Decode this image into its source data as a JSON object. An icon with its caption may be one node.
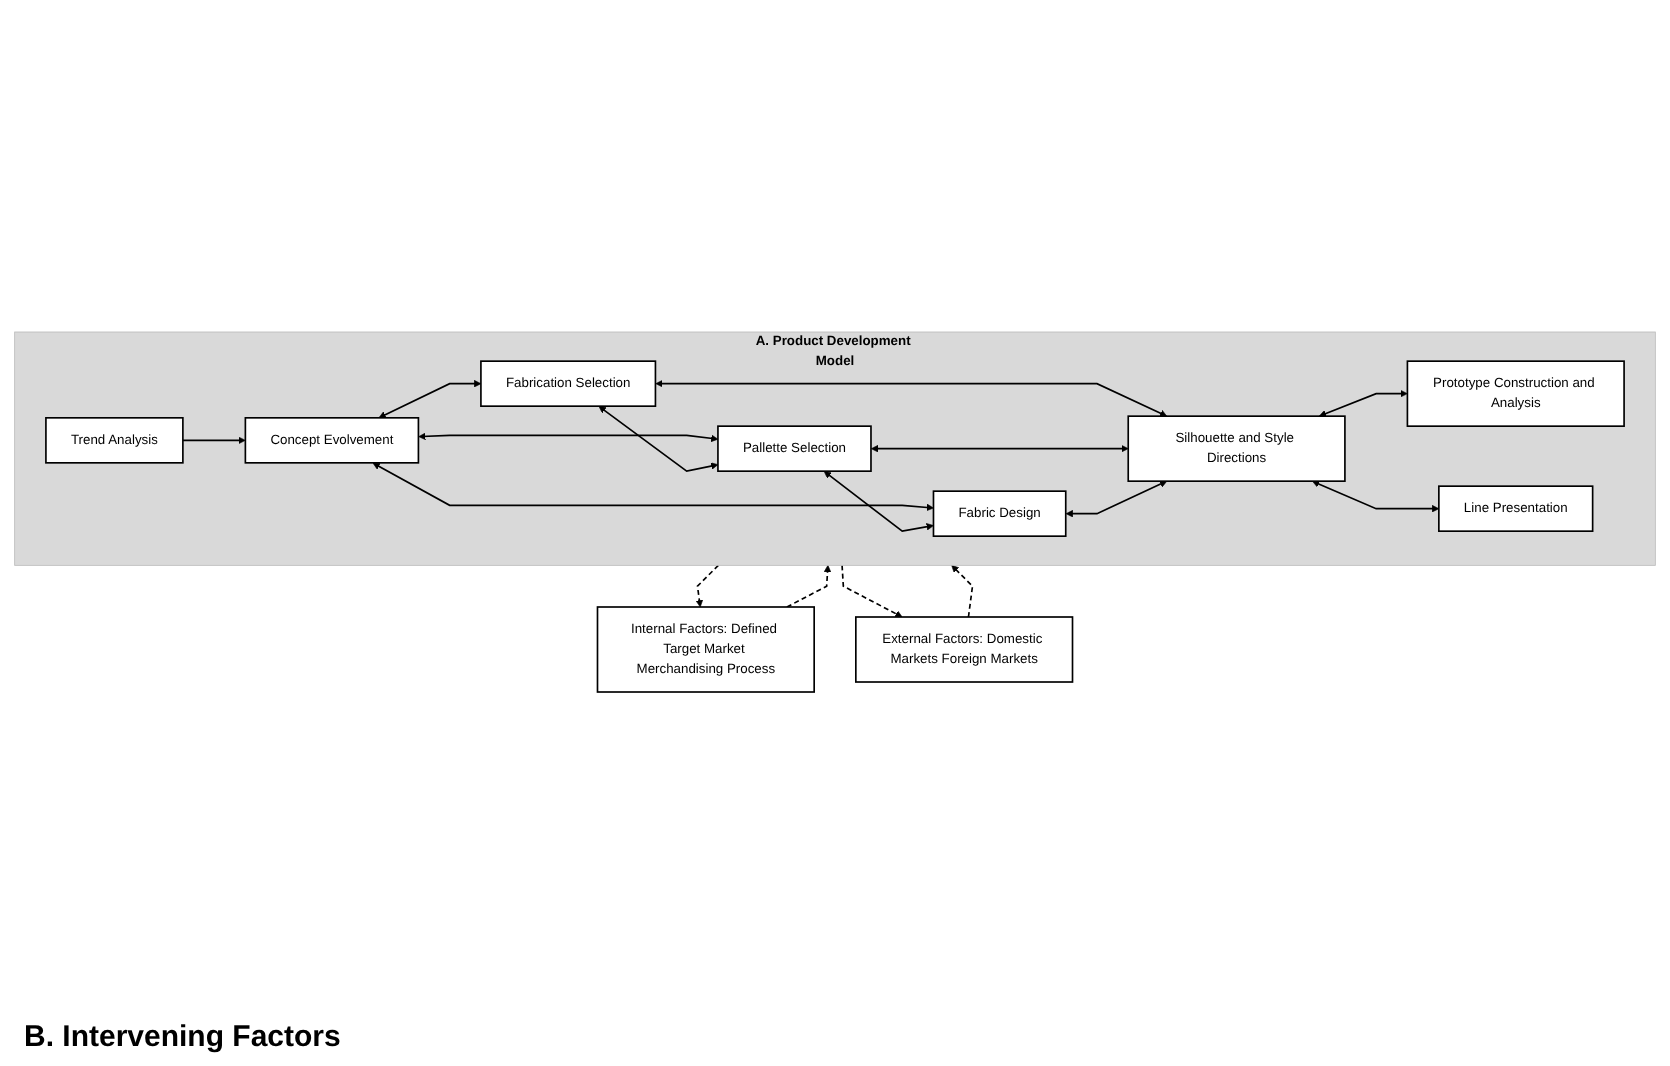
{
  "diagram": {
    "nodes": [
      {
        "text": [
          "A. Product Development Model"
        ]
      },
      {
        "text": [
          "Trend Analysis"
        ],
        "in": 0
      },
      {
        "text": [
          "Concept Evolvement"
        ],
        "in": 0
      },
      {
        "text": [
          "Fabrication Selection"
        ],
        "in": 0
      },
      {
        "text": [
          "Pallette Selection"
        ],
        "in": 0
      },
      {
        "text": [
          "Fabric Design"
        ],
        "in": 0
      },
      {
        "text": [
          "Silhouette and Style Directions"
        ],
        "in": 0
      },
      {
        "text": [
          "Prototype Construction and Analysis"
        ],
        "in": 0
      },
      {
        "text": [
          "Line Presentation"
        ],
        "in": 0
      },
      {
        "text": [
          "Internal Factors: Defined Target Market Merchandising Process"
        ]
      },
      {
        "text": [
          "External Factors: Domestic Markets Foreign Markets"
        ]
      }
    ],
    "edges": [
      {
        "from": 1,
        "to": 2,
        "arrow": "to"
      },
      {
        "from": 2,
        "to": 3,
        "arrow": "both"
      },
      {
        "from": 2,
        "to": 4,
        "arrow": "both"
      },
      {
        "from": 2,
        "to": 5,
        "arrow": "both"
      },
      {
        "from": 3,
        "to": 4,
        "arrow": "both"
      },
      {
        "from": 4,
        "to": 5,
        "arrow": "both"
      },
      {
        "from": 3,
        "to": 6,
        "arrow": "both"
      },
      {
        "from": 4,
        "to": 6,
        "arrow": "both"
      },
      {
        "from": 5,
        "to": 6,
        "arrow": "both"
      },
      {
        "from": 6,
        "to": 7,
        "arrow": "both"
      },
      {
        "from": 6,
        "to": 8,
        "arrow": "both"
      },
      {
        "from": 9,
        "to": 0,
        "arrow": "to",
        "style": "dashed"
      },
      {
        "from": 0,
        "to": 9,
        "arrow": "to",
        "style": "dashed"
      },
      {
        "from": 10,
        "to": 0,
        "arrow": "to",
        "style": "dashed"
      },
      {
        "from": 0,
        "to": 10,
        "arrow": "to",
        "style": "dashed"
      }
    ],
    "labels": [
      "B. Intervening Factors"
    ]
  }
}
